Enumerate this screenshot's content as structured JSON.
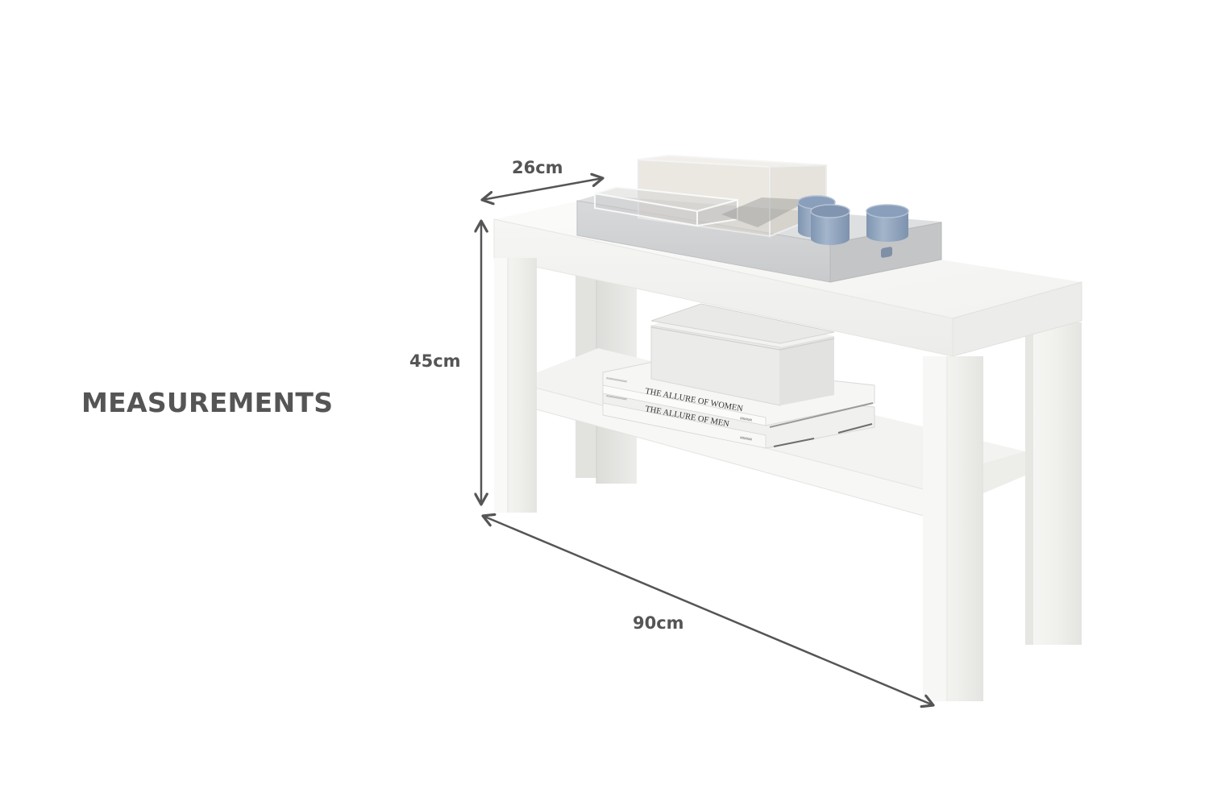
{
  "page": {
    "heading": "MEASUREMENTS"
  },
  "dimensions": {
    "depth": {
      "label": "26cm",
      "value": 26,
      "unit": "cm"
    },
    "height": {
      "label": "45cm",
      "value": 45,
      "unit": "cm"
    },
    "width": {
      "label": "90cm",
      "value": 90,
      "unit": "cm"
    }
  },
  "product": {
    "type": "white two-tier console / bench table",
    "decor": {
      "shelf_books": [
        "THE ALLURE OF WOMEN",
        "THE ALLURE OF MEN"
      ],
      "items": [
        "grey tray",
        "clear acrylic boxes",
        "blue ceramic cups",
        "white lidded box",
        "stacked books"
      ]
    }
  },
  "colors": {
    "text": "#555555",
    "arrow": "#555555",
    "background": "#ffffff",
    "table_white": "#f4f4f1",
    "tray_grey": "#cfd0d2",
    "cup_blue": "#8ea3bd"
  }
}
